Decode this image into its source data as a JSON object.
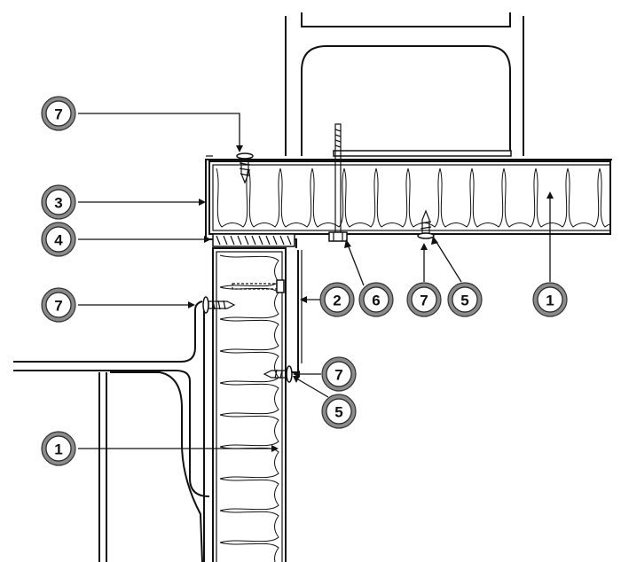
{
  "callouts": [
    {
      "id": "c7a",
      "number": "7"
    },
    {
      "id": "c3",
      "number": "3"
    },
    {
      "id": "c4",
      "number": "4"
    },
    {
      "id": "c7b",
      "number": "7"
    },
    {
      "id": "c1a",
      "number": "1"
    },
    {
      "id": "c2",
      "number": "2"
    },
    {
      "id": "c6",
      "number": "6"
    },
    {
      "id": "c7c",
      "number": "7"
    },
    {
      "id": "c5a",
      "number": "5"
    },
    {
      "id": "c1b",
      "number": "1"
    },
    {
      "id": "c7d",
      "number": "7"
    },
    {
      "id": "c5b",
      "number": "5"
    }
  ]
}
